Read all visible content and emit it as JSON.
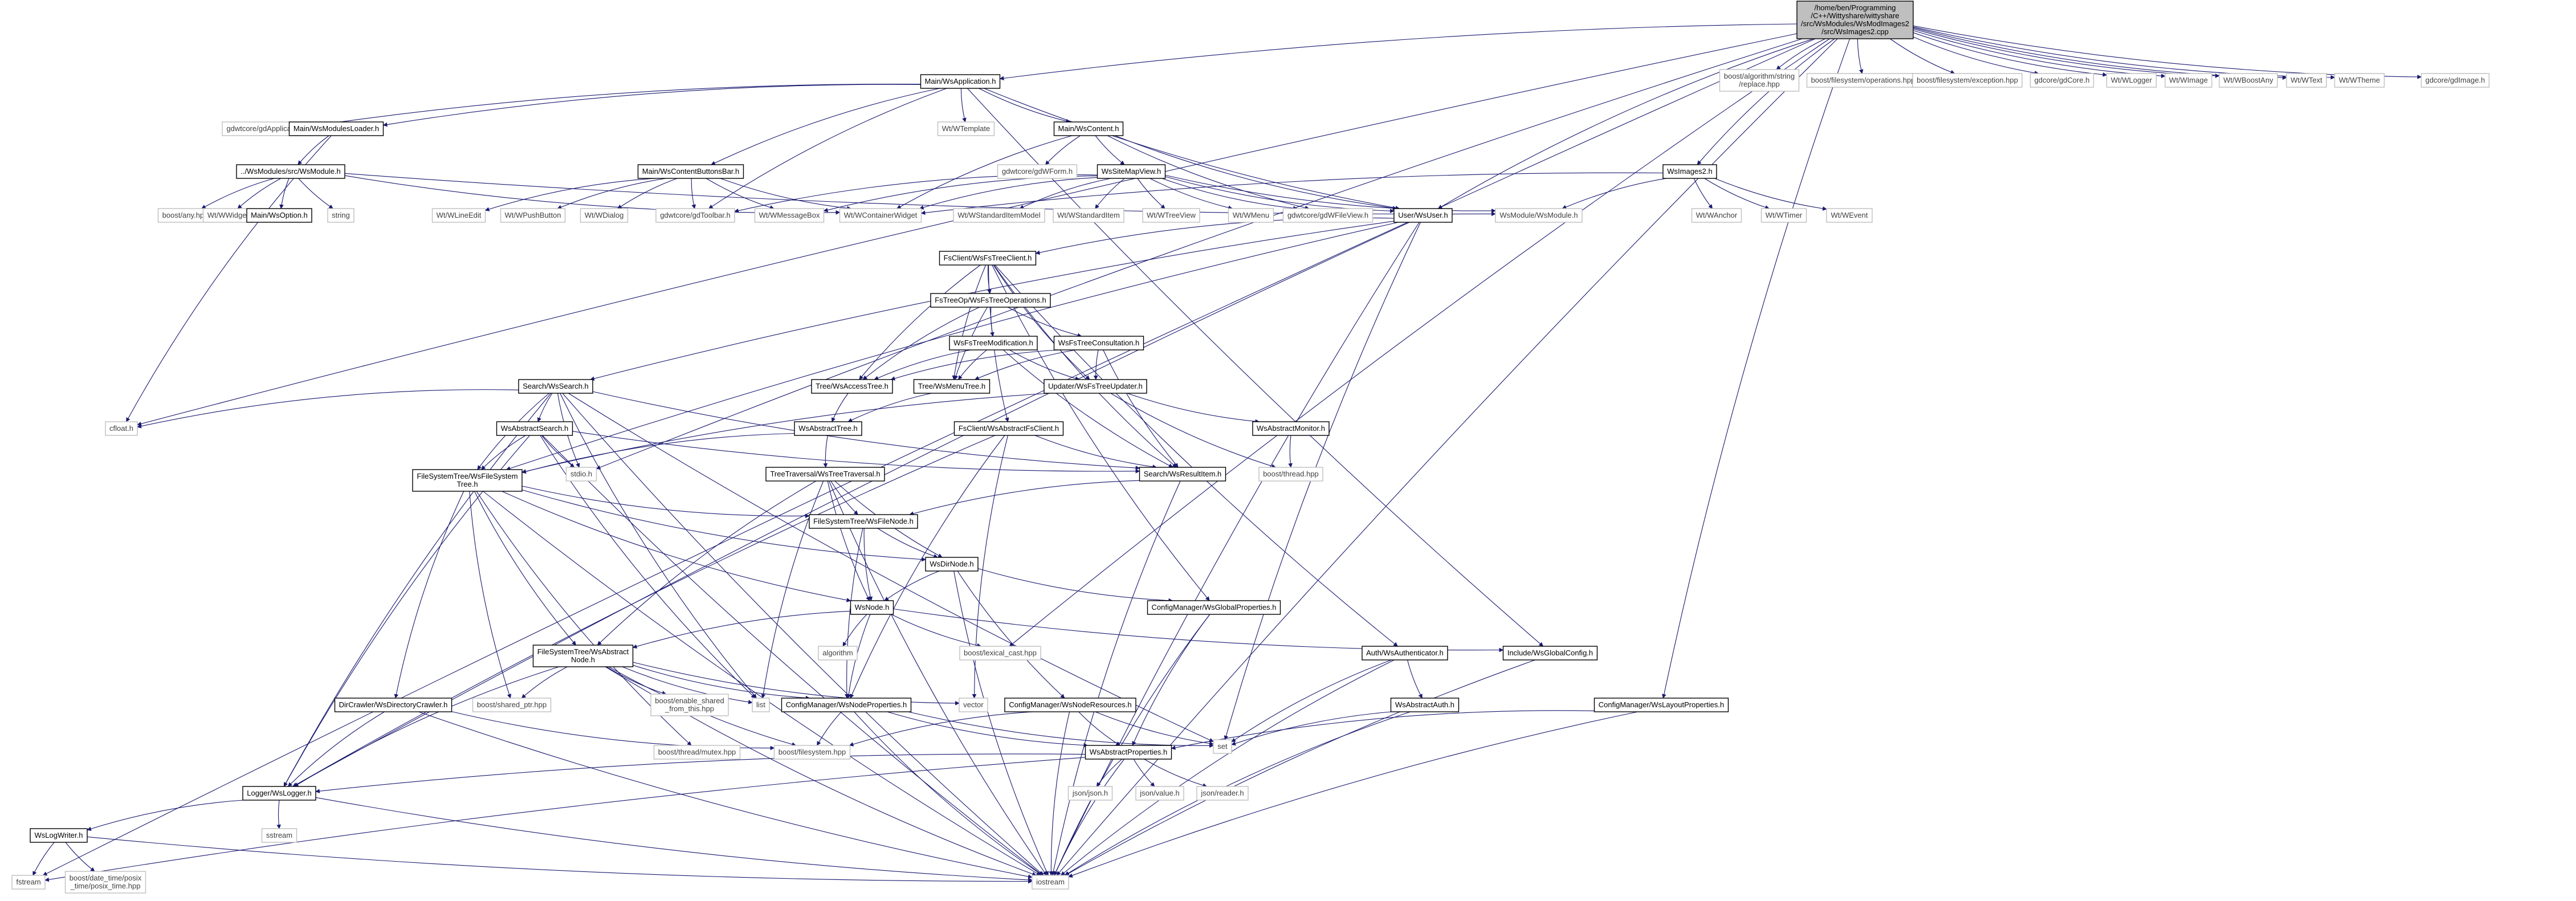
{
  "nodes": [
    {
      "id": "root",
      "lines": [
        "/home/ben/Programming",
        "/C++/Wittyshare/wittyshare",
        "/src/WsModules/WsModImages2",
        "/src/WsImages2.cpp"
      ],
      "style": "root"
    },
    {
      "id": "mainapp",
      "lines": [
        "Main/WsApplication.h"
      ],
      "style": "doc"
    },
    {
      "id": "gdapp",
      "lines": [
        "gdwtcore/gdApplication.h"
      ],
      "style": "ext"
    },
    {
      "id": "modloader",
      "lines": [
        "Main/WsModulesLoader.h"
      ],
      "style": "doc"
    },
    {
      "id": "wsmodule",
      "lines": [
        "../WsModules/src/WsModule.h"
      ],
      "style": "doc"
    },
    {
      "id": "boostany",
      "lines": [
        "boost/any.hpp"
      ],
      "style": "ext"
    },
    {
      "id": "wwidget",
      "lines": [
        "Wt/WWidget"
      ],
      "style": "ext"
    },
    {
      "id": "wsoption",
      "lines": [
        "Main/WsOption.h"
      ],
      "style": "doc"
    },
    {
      "id": "string",
      "lines": [
        "string"
      ],
      "style": "ext"
    },
    {
      "id": "cbbar",
      "lines": [
        "Main/WsContentButtonsBar.h"
      ],
      "style": "doc"
    },
    {
      "id": "wlineedit",
      "lines": [
        "Wt/WLineEdit"
      ],
      "style": "ext"
    },
    {
      "id": "wpushbutton",
      "lines": [
        "Wt/WPushButton"
      ],
      "style": "ext"
    },
    {
      "id": "wdialog",
      "lines": [
        "Wt/WDialog"
      ],
      "style": "ext"
    },
    {
      "id": "gdtoolbar",
      "lines": [
        "gdwtcore/gdToolbar.h"
      ],
      "style": "ext"
    },
    {
      "id": "wmsgbox",
      "lines": [
        "Wt/WMessageBox"
      ],
      "style": "ext"
    },
    {
      "id": "wcontainer",
      "lines": [
        "Wt/WContainerWidget"
      ],
      "style": "ext"
    },
    {
      "id": "wtemplate",
      "lines": [
        "Wt/WTemplate"
      ],
      "style": "ext"
    },
    {
      "id": "wscontent",
      "lines": [
        "Main/WsContent.h"
      ],
      "style": "doc"
    },
    {
      "id": "gdform",
      "lines": [
        "gdwtcore/gdWForm.h"
      ],
      "style": "ext"
    },
    {
      "id": "sitemap",
      "lines": [
        "WsSiteMapView.h"
      ],
      "style": "doc"
    },
    {
      "id": "stditemmodel",
      "lines": [
        "Wt/WStandardItemModel"
      ],
      "style": "ext"
    },
    {
      "id": "stditem",
      "lines": [
        "Wt/WStandardItem"
      ],
      "style": "ext"
    },
    {
      "id": "wtreeview",
      "lines": [
        "Wt/WTreeView"
      ],
      "style": "ext"
    },
    {
      "id": "wmenu",
      "lines": [
        "Wt/WMenu"
      ],
      "style": "ext"
    },
    {
      "id": "gdfileview",
      "lines": [
        "gdwtcore/gdWFileView.h"
      ],
      "style": "ext"
    },
    {
      "id": "wsuser",
      "lines": [
        "User/WsUser.h"
      ],
      "style": "doc"
    },
    {
      "id": "wsmodulemod",
      "lines": [
        "WsModule/WsModule.h"
      ],
      "style": "ext"
    },
    {
      "id": "wsimages2",
      "lines": [
        "WsImages2.h"
      ],
      "style": "doc"
    },
    {
      "id": "wanchor",
      "lines": [
        "Wt/WAnchor"
      ],
      "style": "ext"
    },
    {
      "id": "wtimer",
      "lines": [
        "Wt/WTimer"
      ],
      "style": "ext"
    },
    {
      "id": "wevent",
      "lines": [
        "Wt/WEvent"
      ],
      "style": "ext"
    },
    {
      "id": "boostalg",
      "lines": [
        "boost/algorithm/string",
        "/replace.hpp"
      ],
      "style": "ext"
    },
    {
      "id": "boostfsops",
      "lines": [
        "boost/filesystem/operations.hpp"
      ],
      "style": "ext"
    },
    {
      "id": "boostfsexc",
      "lines": [
        "boost/filesystem/exception.hpp"
      ],
      "style": "ext"
    },
    {
      "id": "gdcore",
      "lines": [
        "gdcore/gdCore.h"
      ],
      "style": "ext"
    },
    {
      "id": "wlogger",
      "lines": [
        "Wt/WLogger"
      ],
      "style": "ext"
    },
    {
      "id": "wimage",
      "lines": [
        "Wt/WImage"
      ],
      "style": "ext"
    },
    {
      "id": "wboostany",
      "lines": [
        "Wt/WBoostAny"
      ],
      "style": "ext"
    },
    {
      "id": "wtext",
      "lines": [
        "Wt/WText"
      ],
      "style": "ext"
    },
    {
      "id": "wtheme",
      "lines": [
        "Wt/WTheme"
      ],
      "style": "ext"
    },
    {
      "id": "gdimage",
      "lines": [
        "gdcore/gdImage.h"
      ],
      "style": "ext"
    },
    {
      "id": "fsclient",
      "lines": [
        "FsClient/WsFsTreeClient.h"
      ],
      "style": "doc"
    },
    {
      "id": "treeops",
      "lines": [
        "FsTreeOp/WsFsTreeOperations.h"
      ],
      "style": "doc"
    },
    {
      "id": "treemod",
      "lines": [
        "WsFsTreeModification.h"
      ],
      "style": "doc"
    },
    {
      "id": "treecons",
      "lines": [
        "WsFsTreeConsultation.h"
      ],
      "style": "doc"
    },
    {
      "id": "accesstree",
      "lines": [
        "Tree/WsAccessTree.h"
      ],
      "style": "doc"
    },
    {
      "id": "menutree",
      "lines": [
        "Tree/WsMenuTree.h"
      ],
      "style": "doc"
    },
    {
      "id": "updater",
      "lines": [
        "Updater/WsFsTreeUpdater.h"
      ],
      "style": "doc"
    },
    {
      "id": "search",
      "lines": [
        "Search/WsSearch.h"
      ],
      "style": "doc"
    },
    {
      "id": "cfloat",
      "lines": [
        "cfloat.h"
      ],
      "style": "ext"
    },
    {
      "id": "absmonitor",
      "lines": [
        "WsAbstractMonitor.h"
      ],
      "style": "doc"
    },
    {
      "id": "boostthread",
      "lines": [
        "boost/thread.hpp"
      ],
      "style": "ext"
    },
    {
      "id": "abstree",
      "lines": [
        "WsAbstractTree.h"
      ],
      "style": "doc"
    },
    {
      "id": "absfsclient",
      "lines": [
        "FsClient/WsAbstractFsClient.h"
      ],
      "style": "doc"
    },
    {
      "id": "abssearch",
      "lines": [
        "WsAbstractSearch.h"
      ],
      "style": "doc"
    },
    {
      "id": "stdioh",
      "lines": [
        "stdio.h"
      ],
      "style": "ext"
    },
    {
      "id": "resultitem",
      "lines": [
        "Search/WsResultItem.h"
      ],
      "style": "doc"
    },
    {
      "id": "fstree",
      "lines": [
        "FileSystemTree/WsFileSystem",
        "Tree.h"
      ],
      "style": "doc"
    },
    {
      "id": "treetrav",
      "lines": [
        "TreeTraversal/WsTreeTraversal.h"
      ],
      "style": "doc"
    },
    {
      "id": "filenode",
      "lines": [
        "FileSystemTree/WsFileNode.h"
      ],
      "style": "doc"
    },
    {
      "id": "dirnode",
      "lines": [
        "WsDirNode.h"
      ],
      "style": "doc"
    },
    {
      "id": "globalprops",
      "lines": [
        "ConfigManager/WsGlobalProperties.h"
      ],
      "style": "doc"
    },
    {
      "id": "wsnode",
      "lines": [
        "WsNode.h"
      ],
      "style": "doc"
    },
    {
      "id": "algorithm",
      "lines": [
        "algorithm"
      ],
      "style": "ext"
    },
    {
      "id": "lexcast",
      "lines": [
        "boost/lexical_cast.hpp"
      ],
      "style": "ext"
    },
    {
      "id": "globalconfig",
      "lines": [
        "Include/WsGlobalConfig.h"
      ],
      "style": "doc"
    },
    {
      "id": "authenticator",
      "lines": [
        "Auth/WsAuthenticator.h"
      ],
      "style": "doc"
    },
    {
      "id": "absauth",
      "lines": [
        "WsAbstractAuth.h"
      ],
      "style": "doc"
    },
    {
      "id": "layoutprops",
      "lines": [
        "ConfigManager/WsLayoutProperties.h"
      ],
      "style": "doc"
    },
    {
      "id": "absnode",
      "lines": [
        "FileSystemTree/WsAbstract",
        "Node.h"
      ],
      "style": "doc"
    },
    {
      "id": "sharedptr",
      "lines": [
        "boost/shared_ptr.hpp"
      ],
      "style": "ext"
    },
    {
      "id": "enableshared",
      "lines": [
        "boost/enable_shared",
        "_from_this.hpp"
      ],
      "style": "ext"
    },
    {
      "id": "list",
      "lines": [
        "list"
      ],
      "style": "ext"
    },
    {
      "id": "vector",
      "lines": [
        "vector"
      ],
      "style": "ext"
    },
    {
      "id": "nodeprops",
      "lines": [
        "ConfigManager/WsNodeProperties.h"
      ],
      "style": "doc"
    },
    {
      "id": "noderes",
      "lines": [
        "ConfigManager/WsNodeResources.h"
      ],
      "style": "doc"
    },
    {
      "id": "set",
      "lines": [
        "set"
      ],
      "style": "ext"
    },
    {
      "id": "dircrawler",
      "lines": [
        "DirCrawler/WsDirectoryCrawler.h"
      ],
      "style": "doc"
    },
    {
      "id": "threadmutex",
      "lines": [
        "boost/thread/mutex.hpp"
      ],
      "style": "ext"
    },
    {
      "id": "boostfs",
      "lines": [
        "boost/filesystem.hpp"
      ],
      "style": "ext"
    },
    {
      "id": "absprops",
      "lines": [
        "WsAbstractProperties.h"
      ],
      "style": "doc"
    },
    {
      "id": "jsonjson",
      "lines": [
        "json/json.h"
      ],
      "style": "ext"
    },
    {
      "id": "jsonvalue",
      "lines": [
        "json/value.h"
      ],
      "style": "ext"
    },
    {
      "id": "jsonreader",
      "lines": [
        "json/reader.h"
      ],
      "style": "ext"
    },
    {
      "id": "logger",
      "lines": [
        "Logger/WsLogger.h"
      ],
      "style": "doc"
    },
    {
      "id": "sstream",
      "lines": [
        "sstream"
      ],
      "style": "ext"
    },
    {
      "id": "logwriter",
      "lines": [
        "WsLogWriter.h"
      ],
      "style": "doc"
    },
    {
      "id": "fstream",
      "lines": [
        "fstream"
      ],
      "style": "ext"
    },
    {
      "id": "posixtime",
      "lines": [
        "boost/date_time/posix",
        "_time/posix_time.hpp"
      ],
      "style": "ext"
    },
    {
      "id": "iostream",
      "lines": [
        "iostream"
      ],
      "style": "ext"
    }
  ],
  "edges": [
    [
      "root",
      "mainapp"
    ],
    [
      "root",
      "wsimages2"
    ],
    [
      "root",
      "wsuser"
    ],
    [
      "root",
      "boostalg"
    ],
    [
      "root",
      "boostfsops"
    ],
    [
      "root",
      "boostfsexc"
    ],
    [
      "root",
      "gdcore"
    ],
    [
      "root",
      "wlogger"
    ],
    [
      "root",
      "wimage"
    ],
    [
      "root",
      "wboostany"
    ],
    [
      "root",
      "wtext"
    ],
    [
      "root",
      "wtheme"
    ],
    [
      "root",
      "gdimage"
    ],
    [
      "root",
      "cfloat"
    ],
    [
      "root",
      "stdioh"
    ],
    [
      "root",
      "fstream"
    ],
    [
      "root",
      "iostream"
    ],
    [
      "root",
      "lexcast"
    ],
    [
      "root",
      "layoutprops"
    ],
    [
      "mainapp",
      "gdapp"
    ],
    [
      "mainapp",
      "modloader"
    ],
    [
      "mainapp",
      "cbbar"
    ],
    [
      "mainapp",
      "wtemplate"
    ],
    [
      "mainapp",
      "wscontent"
    ],
    [
      "mainapp",
      "wsuser"
    ],
    [
      "mainapp",
      "gdtoolbar"
    ],
    [
      "mainapp",
      "globalconfig"
    ],
    [
      "modloader",
      "wsmodule"
    ],
    [
      "modloader",
      "cfloat"
    ],
    [
      "wsmodule",
      "boostany"
    ],
    [
      "wsmodule",
      "wwidget"
    ],
    [
      "wsmodule",
      "wsoption"
    ],
    [
      "wsmodule",
      "string"
    ],
    [
      "wsmodule",
      "wcontainer"
    ],
    [
      "wsmodule",
      "wsmodulemod"
    ],
    [
      "cbbar",
      "wlineedit"
    ],
    [
      "cbbar",
      "wpushbutton"
    ],
    [
      "cbbar",
      "wdialog"
    ],
    [
      "cbbar",
      "gdtoolbar"
    ],
    [
      "cbbar",
      "wmsgbox"
    ],
    [
      "cbbar",
      "wcontainer"
    ],
    [
      "wscontent",
      "gdform"
    ],
    [
      "wscontent",
      "sitemap"
    ],
    [
      "wscontent",
      "wcontainer"
    ],
    [
      "wscontent",
      "gdfileview"
    ],
    [
      "wscontent",
      "wsuser"
    ],
    [
      "sitemap",
      "stditemmodel"
    ],
    [
      "sitemap",
      "stditem"
    ],
    [
      "sitemap",
      "wtreeview"
    ],
    [
      "sitemap",
      "wmenu"
    ],
    [
      "sitemap",
      "gdfileview"
    ],
    [
      "sitemap",
      "wsuser"
    ],
    [
      "sitemap",
      "wcontainer"
    ],
    [
      "sitemap",
      "wmsgbox"
    ],
    [
      "sitemap",
      "gdtoolbar"
    ],
    [
      "sitemap",
      "wsmodulemod"
    ],
    [
      "wsimages2",
      "wanchor"
    ],
    [
      "wsimages2",
      "wtimer"
    ],
    [
      "wsimages2",
      "wevent"
    ],
    [
      "wsimages2",
      "wsmodulemod"
    ],
    [
      "wsimages2",
      "wcontainer"
    ],
    [
      "wsuser",
      "fsclient"
    ],
    [
      "wsuser",
      "search"
    ],
    [
      "wsuser",
      "set"
    ],
    [
      "wsuser",
      "iostream"
    ],
    [
      "wsuser",
      "logger"
    ],
    [
      "wsuser",
      "fstree"
    ],
    [
      "fsclient",
      "treeops"
    ],
    [
      "fsclient",
      "accesstree"
    ],
    [
      "fsclient",
      "menutree"
    ],
    [
      "fsclient",
      "updater"
    ],
    [
      "fsclient",
      "resultitem"
    ],
    [
      "fsclient",
      "authenticator"
    ],
    [
      "fsclient",
      "globalprops"
    ],
    [
      "fsclient",
      "absfsclient"
    ],
    [
      "treeops",
      "treemod"
    ],
    [
      "treeops",
      "treecons"
    ],
    [
      "treeops",
      "accesstree"
    ],
    [
      "treeops",
      "menutree"
    ],
    [
      "treemod",
      "accesstree"
    ],
    [
      "treemod",
      "menutree"
    ],
    [
      "treemod",
      "updater"
    ],
    [
      "treemod",
      "resultitem"
    ],
    [
      "treecons",
      "accesstree"
    ],
    [
      "treecons",
      "menutree"
    ],
    [
      "treecons",
      "updater"
    ],
    [
      "treecons",
      "resultitem"
    ],
    [
      "accesstree",
      "abstree"
    ],
    [
      "menutree",
      "abstree"
    ],
    [
      "updater",
      "absmonitor"
    ],
    [
      "updater",
      "fstree"
    ],
    [
      "updater",
      "boostthread"
    ],
    [
      "absmonitor",
      "boostthread"
    ],
    [
      "abstree",
      "treetrav"
    ],
    [
      "abstree",
      "fstree"
    ],
    [
      "search",
      "abssearch"
    ],
    [
      "search",
      "cfloat"
    ],
    [
      "search",
      "stdioh"
    ],
    [
      "search",
      "resultitem"
    ],
    [
      "search",
      "fstree"
    ],
    [
      "search",
      "list"
    ],
    [
      "search",
      "logger"
    ],
    [
      "search",
      "iostream"
    ],
    [
      "search",
      "set"
    ],
    [
      "abssearch",
      "resultitem"
    ],
    [
      "abssearch",
      "fstree"
    ],
    [
      "abssearch",
      "stdioh"
    ],
    [
      "abssearch",
      "logger"
    ],
    [
      "abssearch",
      "list"
    ],
    [
      "abssearch",
      "iostream"
    ],
    [
      "absfsclient",
      "resultitem"
    ],
    [
      "absfsclient",
      "vector"
    ],
    [
      "absfsclient",
      "nodeprops"
    ],
    [
      "absfsclient",
      "logger"
    ],
    [
      "resultitem",
      "filenode"
    ],
    [
      "resultitem",
      "iostream"
    ],
    [
      "fstree",
      "wsnode"
    ],
    [
      "fstree",
      "absnode"
    ],
    [
      "fstree",
      "dircrawler"
    ],
    [
      "fstree",
      "sharedptr"
    ],
    [
      "fstree",
      "threadmutex"
    ],
    [
      "fstree",
      "iostream"
    ],
    [
      "fstree",
      "filenode"
    ],
    [
      "fstree",
      "dirnode"
    ],
    [
      "treetrav",
      "filenode"
    ],
    [
      "treetrav",
      "dirnode"
    ],
    [
      "treetrav",
      "wsnode"
    ],
    [
      "treetrav",
      "list"
    ],
    [
      "treetrav",
      "absnode"
    ],
    [
      "treetrav",
      "iostream"
    ],
    [
      "filenode",
      "dirnode"
    ],
    [
      "filenode",
      "wsnode"
    ],
    [
      "filenode",
      "nodeprops"
    ],
    [
      "dirnode",
      "wsnode"
    ],
    [
      "dirnode",
      "globalprops"
    ],
    [
      "dirnode",
      "noderes"
    ],
    [
      "dirnode",
      "iostream"
    ],
    [
      "globalprops",
      "absprops"
    ],
    [
      "globalprops",
      "iostream"
    ],
    [
      "wsnode",
      "algorithm"
    ],
    [
      "wsnode",
      "lexcast"
    ],
    [
      "wsnode",
      "absnode"
    ],
    [
      "wsnode",
      "globalconfig"
    ],
    [
      "wsnode",
      "nodeprops"
    ],
    [
      "authenticator",
      "absauth"
    ],
    [
      "authenticator",
      "set"
    ],
    [
      "authenticator",
      "iostream"
    ],
    [
      "absauth",
      "set"
    ],
    [
      "absauth",
      "iostream"
    ],
    [
      "layoutprops",
      "absprops"
    ],
    [
      "layoutprops",
      "iostream"
    ],
    [
      "absnode",
      "sharedptr"
    ],
    [
      "absnode",
      "enableshared"
    ],
    [
      "absnode",
      "list"
    ],
    [
      "absnode",
      "boostfs"
    ],
    [
      "absnode",
      "vector"
    ],
    [
      "absnode",
      "logger"
    ],
    [
      "absnode",
      "iostream"
    ],
    [
      "absnode",
      "nodeprops"
    ],
    [
      "nodeprops",
      "absprops"
    ],
    [
      "nodeprops",
      "boostfs"
    ],
    [
      "nodeprops",
      "set"
    ],
    [
      "nodeprops",
      "iostream"
    ],
    [
      "noderes",
      "absprops"
    ],
    [
      "noderes",
      "boostfs"
    ],
    [
      "noderes",
      "set"
    ],
    [
      "noderes",
      "iostream"
    ],
    [
      "dircrawler",
      "logger"
    ],
    [
      "dircrawler",
      "boostfs"
    ],
    [
      "dircrawler",
      "iostream"
    ],
    [
      "absprops",
      "jsonjson"
    ],
    [
      "absprops",
      "jsonvalue"
    ],
    [
      "absprops",
      "jsonreader"
    ],
    [
      "absprops",
      "logger"
    ],
    [
      "absprops",
      "iostream"
    ],
    [
      "absprops",
      "fstream"
    ],
    [
      "logger",
      "sstream"
    ],
    [
      "logger",
      "logwriter"
    ],
    [
      "logger",
      "iostream"
    ],
    [
      "logwriter",
      "fstream"
    ],
    [
      "logwriter",
      "posixtime"
    ],
    [
      "logwriter",
      "iostream"
    ],
    [
      "globalconfig",
      "iostream"
    ]
  ],
  "colors": {
    "edge": "#191970",
    "root_fill": "#bfbfbf",
    "doc_border": "#000000",
    "ext_border": "#bfbfbf"
  }
}
